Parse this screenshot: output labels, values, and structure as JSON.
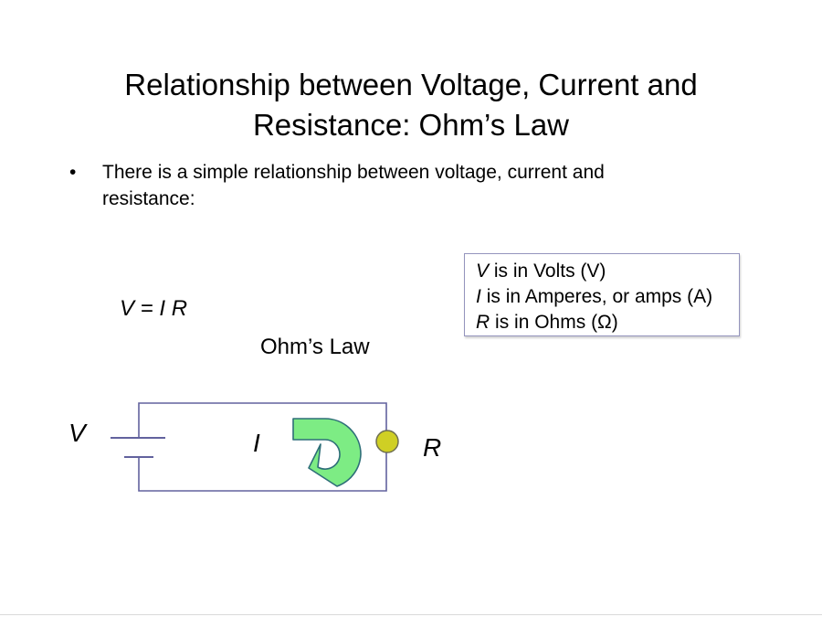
{
  "slide": {
    "title_lines": [
      "Relationship between Voltage, Current and",
      "Resistance: Ohm’s Law"
    ],
    "bullet": {
      "marker": "•",
      "lines": [
        "There is a simple relationship between voltage, current and",
        "resistance:"
      ]
    },
    "equation": {
      "text": "V = I R",
      "caption": "Ohm’s Law"
    },
    "info_box": {
      "lines": [
        {
          "symbol": "V",
          "text": "is in Volts (V)"
        },
        {
          "symbol": "I",
          "text": "is in Amperes, or amps (A)"
        },
        {
          "symbol": "R",
          "text": "is in Ohms (Ω)"
        }
      ]
    },
    "circuit": {
      "voltage_label": "V",
      "current_label": "I",
      "resistance_label": "R",
      "icons": {
        "battery": "battery-cell-icon",
        "current": "current-direction-u-turn-arrow-icon",
        "resistor": "resistor-node-circle-icon"
      }
    }
  },
  "colors": {
    "background": "#ffffff",
    "text": "#000000",
    "info_box_border": "#9494bd",
    "circuit_line": "#62629e",
    "arrow_fill": "#7dec84",
    "arrow_stroke": "#2e6e78",
    "resistor_fill": "#cfcf24",
    "resistor_stroke": "#6f6f52",
    "bottom_edge": "#d9d9d9"
  }
}
